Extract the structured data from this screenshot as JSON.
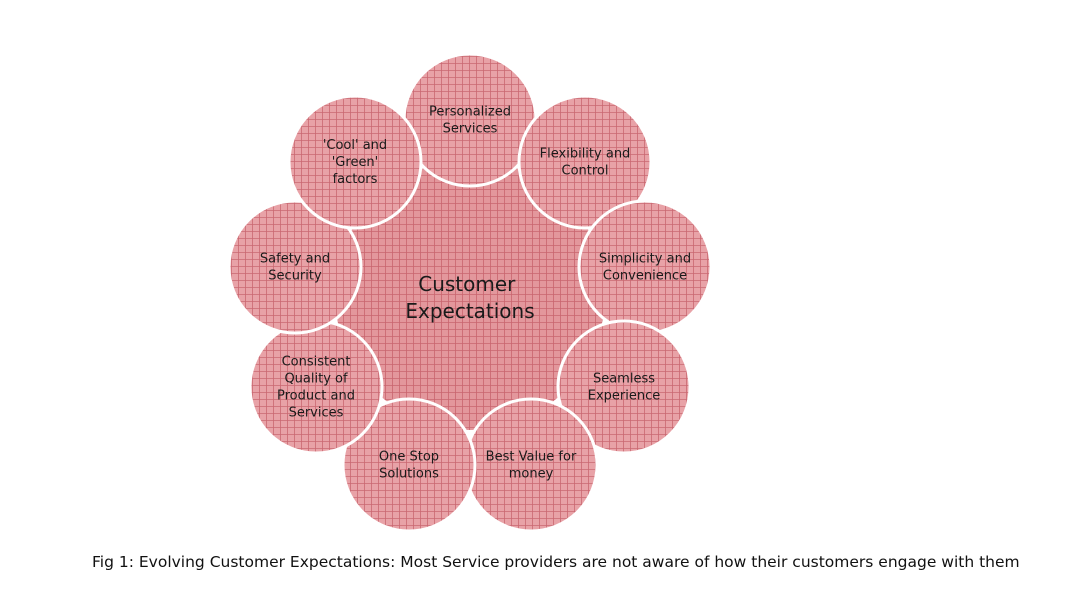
{
  "diagram": {
    "center": {
      "lines": [
        "Customer",
        "Expectations"
      ]
    },
    "nodes": [
      {
        "id": "personalized-services",
        "lines": [
          "Personalized",
          "Services"
        ]
      },
      {
        "id": "flexibility-and-control",
        "lines": [
          "Flexibility and",
          "Control"
        ]
      },
      {
        "id": "simplicity-and-convenience",
        "lines": [
          "Simplicity and",
          "Convenience"
        ]
      },
      {
        "id": "seamless-experience",
        "lines": [
          "Seamless",
          "Experience"
        ]
      },
      {
        "id": "best-value-for-money",
        "lines": [
          "Best Value for",
          "money"
        ]
      },
      {
        "id": "one-stop-solutions",
        "lines": [
          "One Stop",
          "Solutions"
        ]
      },
      {
        "id": "consistent-quality",
        "lines": [
          "Consistent",
          "Quality of",
          "Product and",
          "Services"
        ]
      },
      {
        "id": "safety-and-security",
        "lines": [
          "Safety and",
          "Security"
        ]
      },
      {
        "id": "cool-and-green-factors",
        "lines": [
          "'Cool' and",
          "'Green'",
          "factors"
        ]
      }
    ],
    "colors": {
      "fill": "#e8a2a7",
      "center_fill": "#e3979c",
      "grid": "#c0545e",
      "outline": "#ffffff"
    }
  },
  "caption": "Fig 1: Evolving Customer Expectations: Most Service providers are not aware of how their customers engage with them"
}
